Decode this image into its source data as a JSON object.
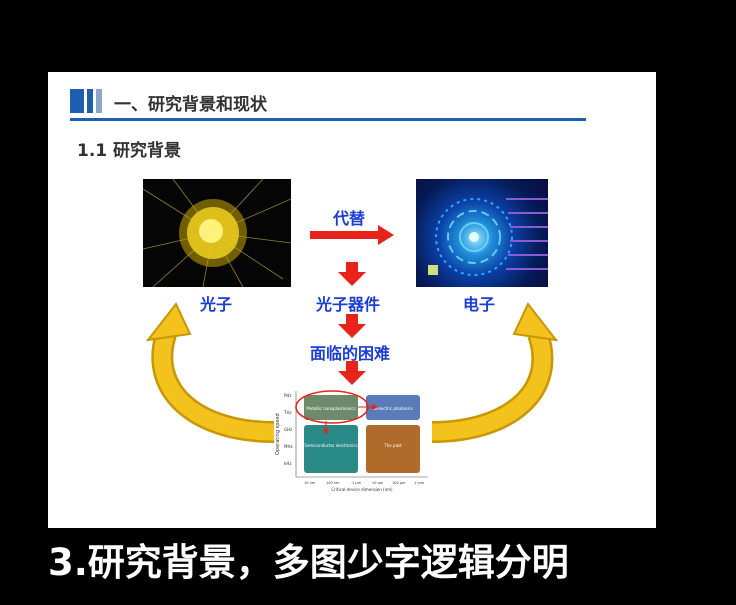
{
  "slide": {
    "section_title": "一、研究背景和现状",
    "subtitle": "1.1 研究背景",
    "labels": {
      "replace": "代替",
      "photon": "光子",
      "photonic_device": "光子器件",
      "difficulty": "面临的困难",
      "electron": "电子"
    },
    "diagram": {
      "cells": [
        "Metallic nanoplasmonics",
        "Dielectric photonics",
        "Semiconductor electronics",
        "The past"
      ],
      "y_label": "Operating speed",
      "x_label": "Critical device dimension (nm)",
      "y_ticks": [
        "PHz",
        "THz",
        "GHz",
        "MHz",
        "kHz"
      ],
      "x_ticks": [
        "10 nm",
        "100 nm",
        "1 μm",
        "10 μm",
        "100 μm",
        "1 mm"
      ]
    },
    "colors": {
      "accent_blue": "#1b3dd6",
      "arrow_red": "#e8231a",
      "curve_yellow": "#f0b800"
    }
  },
  "caption": "3.研究背景，多图少字逻辑分明"
}
